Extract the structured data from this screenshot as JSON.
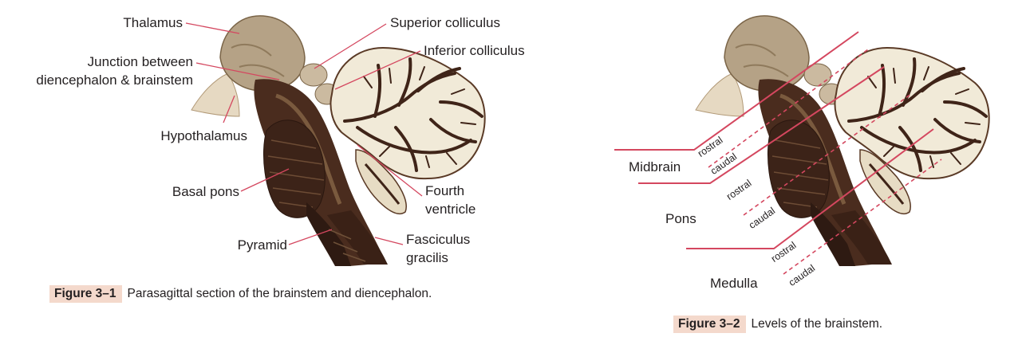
{
  "colors": {
    "leader": "#d4475f",
    "tissue_dark": "#3f2418",
    "tissue_mid": "#8d6a4a",
    "tissue_light": "#d5c2a5",
    "caption_bg": "#f4d9cc"
  },
  "figure1": {
    "labels": {
      "thalamus": "Thalamus",
      "junction_line1": "Junction between",
      "junction_line2": "diencephalon & brainstem",
      "hypothalamus": "Hypothalamus",
      "basal_pons": "Basal pons",
      "pyramid": "Pyramid",
      "superior_colliculus": "Superior colliculus",
      "inferior_colliculus": "Inferior colliculus",
      "fourth_ventricle_line1": "Fourth",
      "fourth_ventricle_line2": "ventricle",
      "fasciculus_line1": "Fasciculus",
      "fasciculus_line2": "gracilis"
    },
    "caption": {
      "number": "Figure 3–1",
      "text": "Parasagittal section of the brainstem and diencephalon."
    }
  },
  "figure2": {
    "levels": {
      "midbrain": "Midbrain",
      "pons": "Pons",
      "medulla": "Medulla"
    },
    "sublevels": {
      "midbrain_rostral": "rostral",
      "midbrain_caudal": "caudal",
      "pons_rostral": "rostral",
      "pons_caudal": "caudal",
      "medulla_rostral": "rostral",
      "medulla_caudal": "caudal"
    },
    "caption": {
      "number": "Figure 3–2",
      "text": "Levels of the brainstem."
    }
  }
}
